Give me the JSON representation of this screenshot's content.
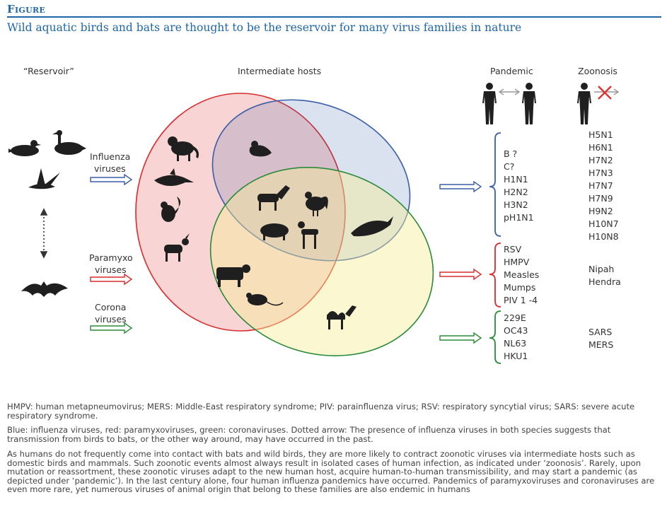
{
  "header": {
    "figure_label": "Figure",
    "title": "Wild aquatic birds and bats are thought to be the reservoir for many virus families in nature"
  },
  "columns": {
    "reservoir": "“Reservoir”",
    "intermediate": "Intermediate hosts",
    "pandemic": "Pandemic",
    "zoonosis": "Zoonosis"
  },
  "virus_groups": {
    "influenza": [
      "Influenza",
      "viruses"
    ],
    "paramyxo": [
      "Paramyxo",
      "viruses"
    ],
    "corona": [
      "Corona",
      "viruses"
    ]
  },
  "pandemic": {
    "influenza": [
      "B ?",
      "C?",
      "H1N1",
      "H2N2",
      "H3N2",
      "pH1N1"
    ],
    "paramyxo": [
      "RSV",
      "HMPV",
      "Measles",
      "Mumps",
      "PIV 1 -4"
    ],
    "corona": [
      "229E",
      "OC43",
      "NL63",
      "HKU1"
    ]
  },
  "zoonosis": {
    "influenza": [
      "H5N1",
      "H6N1",
      "H7N2",
      "H7N3",
      "H7N7",
      "H7N9",
      "H9N2",
      "H10N7",
      "H10N8"
    ],
    "paramyxo": [
      "Nipah",
      "Hendra"
    ],
    "corona": [
      "SARS",
      "MERS"
    ]
  },
  "colors": {
    "influenza": "#3a5da8",
    "paramyxo": "#d92b2b",
    "corona": "#2b8a3a",
    "title_blue": "#1f66a8"
  },
  "footnotes": [
    "HMPV: human metapneumovirus; MERS: Middle-East respiratory syndrome; PIV: parainfluenza virus; RSV: respiratory syncytial virus; SARS: severe acute respiratory syndrome.",
    "Blue: influenza viruses, red: paramyxoviruses, green: coronaviruses. Dotted arrow: The presence of influenza viruses in both species suggests that transmission from birds to bats, or the other way around, may have occurred in the past.",
    "As humans do not frequently come into contact with bats and wild birds, they are more likely to contract zoonotic viruses via intermediate hosts such as domestic birds and mammals. Such zoonotic events almost always result in isolated cases of human infection, as indicated under ‘zoonosis’. Rarely, upon mutation or reassortment, these zoonotic viruses adapt to the new human host, acquire human-to-human transmissibility, and may start a pandemic (as depicted under ‘pandemic’). In the last century alone, four human influenza pandemics have occurred. Pandemics of paramyxoviruses and coronaviruses are even more rare, yet numerous viruses of animal origin that belong to these families are also endemic in humans"
  ]
}
